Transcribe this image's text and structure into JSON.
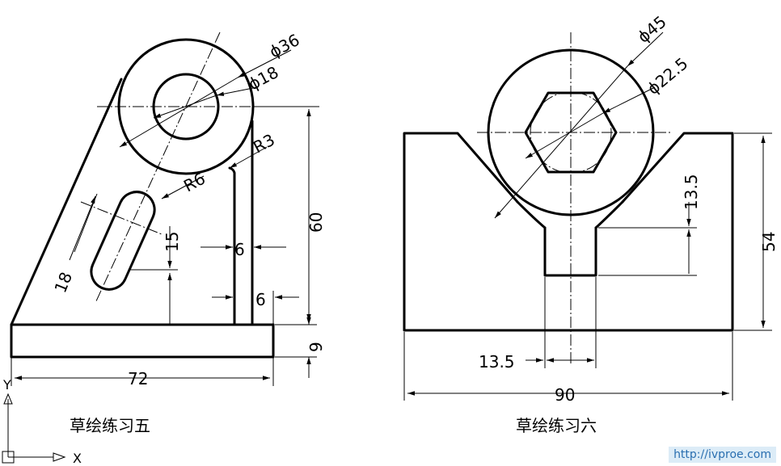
{
  "exercise5": {
    "caption": "草绘练习五",
    "dims": {
      "d36": "ϕ36",
      "d18": "ϕ18",
      "r3": "R3",
      "r6": "R6",
      "v60": "60",
      "h6a": "6",
      "h6b": "6",
      "v15": "15",
      "s18": "18",
      "v9": "9",
      "h72": "72"
    }
  },
  "exercise6": {
    "caption": "草绘练习六",
    "dims": {
      "d45": "ϕ45",
      "d225": "ϕ22.5",
      "v135": "13.5",
      "v54": "54",
      "h135": "13.5",
      "h90": "90"
    }
  },
  "axes": {
    "x": "X",
    "y": "Y"
  },
  "watermark": "http://ivproe.com"
}
